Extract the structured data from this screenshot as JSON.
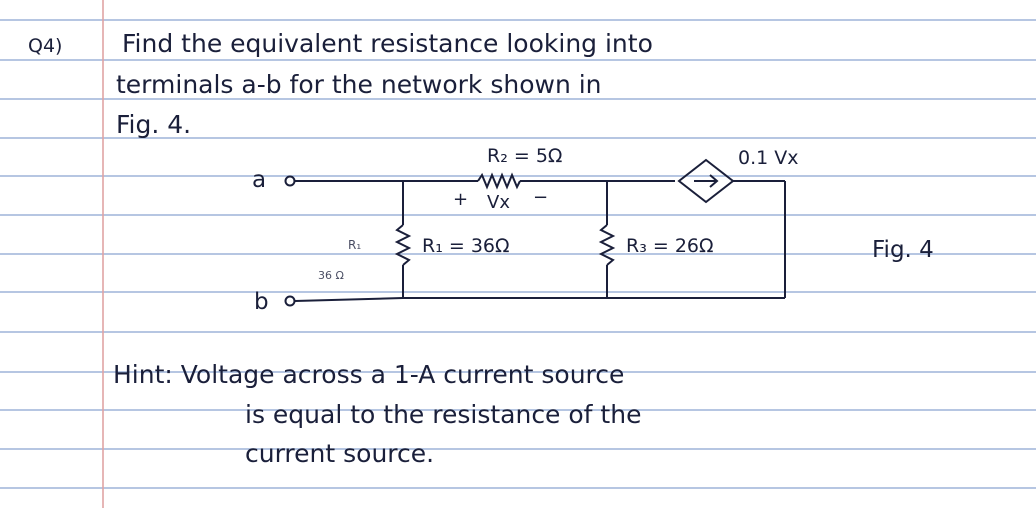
{
  "question": {
    "number": "Q4)",
    "line1": "Find the equivalent resistance looking into",
    "line2": "terminals a-b for the network shown in",
    "line3": "Fig. 4."
  },
  "circuit": {
    "terminal_a": "a",
    "terminal_b": "b",
    "r2_label": "R₂ = 5Ω",
    "vx_plus": "+",
    "vx_label": "Vx",
    "vx_minus": "−",
    "r1_label": "R₁ = 36Ω",
    "r3_label": "R₃ = 26Ω",
    "source_label": "0.1 Vx",
    "scribble_1": "R₁",
    "scribble_2": "36 Ω",
    "figure_label": "Fig. 4"
  },
  "hint": {
    "line1": "Hint: Voltage across a 1-A current source",
    "line2": "is equal to the resistance of the",
    "line3": "current source."
  },
  "colors": {
    "paper": "#ffffff",
    "rule_line": "#9db4d8",
    "margin_line": "#e0a3a3",
    "ink": "#1a1f3a"
  }
}
